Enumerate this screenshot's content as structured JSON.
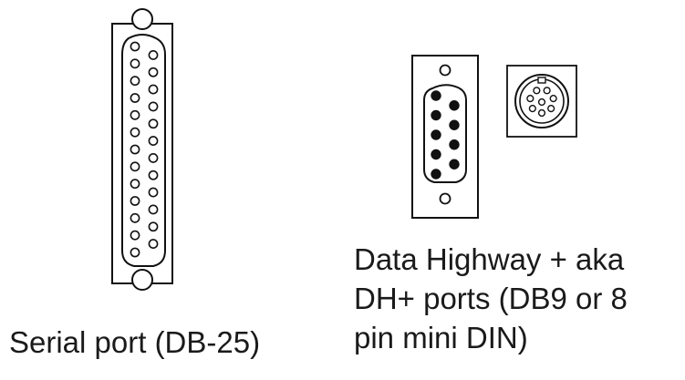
{
  "connectors": {
    "db25": {
      "pins_top_row": 13,
      "pins_bottom_row": 12,
      "pin_fill": "#ffffff",
      "outline_color": "#111111"
    },
    "db9": {
      "pins_top_row": 5,
      "pins_bottom_row": 4,
      "pin_fill": "#111111",
      "outline_color": "#111111"
    },
    "mini_din_8": {
      "pins": 8,
      "outline_color": "#111111"
    }
  },
  "captions": {
    "serial_port": "Serial port (DB-25)",
    "dh_plus_line1": "Data Highway + aka",
    "dh_plus_line2": "DH+ ports (DB9 or 8",
    "dh_plus_line3": "pin mini DIN)"
  }
}
